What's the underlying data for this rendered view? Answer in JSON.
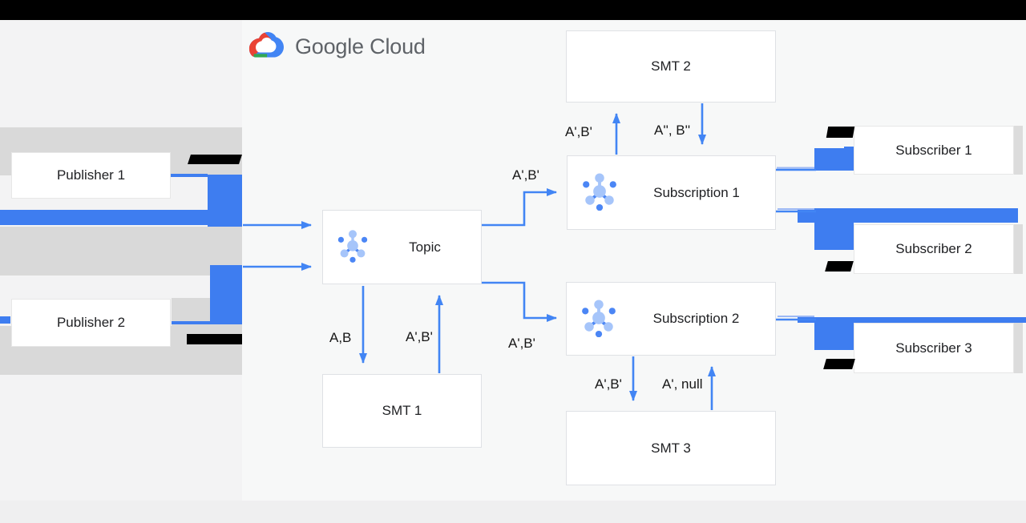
{
  "logo": {
    "text": "Google Cloud"
  },
  "nodes": {
    "publisher1": "Publisher 1",
    "publisher2": "Publisher 2",
    "topic": "Topic",
    "smt1": "SMT 1",
    "smt2": "SMT 2",
    "smt3": "SMT 3",
    "subscription1": "Subscription 1",
    "subscription2": "Subscription 2",
    "subscriber1": "Subscriber 1",
    "subscriber2": "Subscriber 2",
    "subscriber3": "Subscriber 3"
  },
  "edge_labels": {
    "topic_to_smt1": "A,B",
    "smt1_to_topic": "A',B'",
    "topic_to_subscription1": "A',B'",
    "topic_to_subscription2": "A',B'",
    "subscription1_to_smt2": "A',B'",
    "smt2_to_subscription1": "A'', B''",
    "subscription2_to_smt3": "A',B'",
    "smt3_to_subscription2": "A', null"
  },
  "icons": {
    "pubsub": "pubsub-icon (center hub with spoke dots)",
    "logo": "google-cloud-logo (four-color cloud)"
  },
  "colors": {
    "arrow_blue": "#4285f4",
    "arrow_blue_light": "#9db9f5",
    "highlight_blue": "#3e7df0",
    "band_gray": "#d9d9d9",
    "redaction_black": "#000000",
    "logo_text_gray": "#5f6368",
    "top_bar_black": "#000000"
  }
}
